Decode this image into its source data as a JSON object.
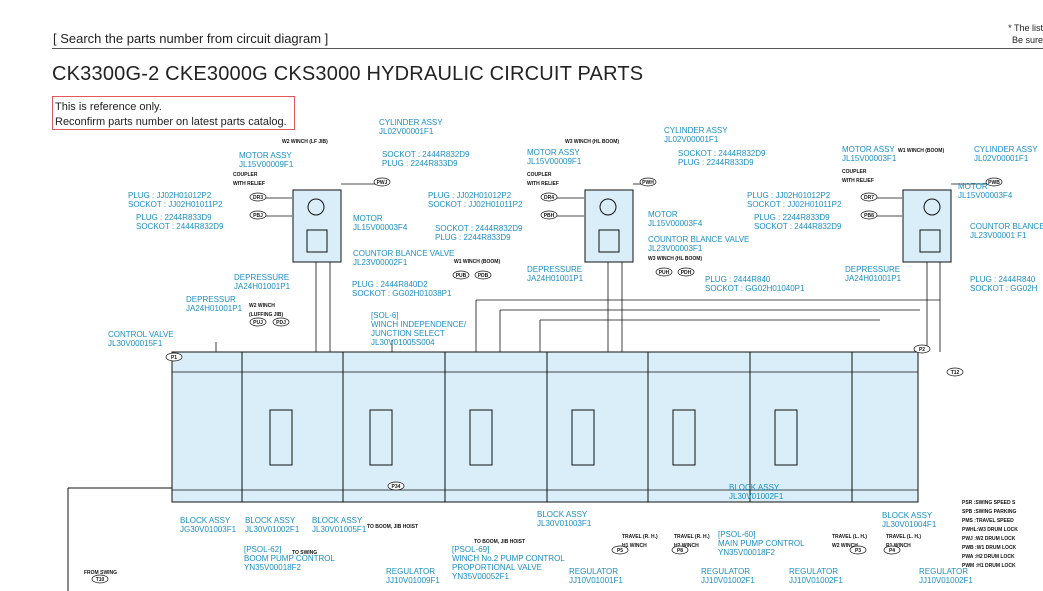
{
  "header": {
    "search_title": "[ Search the parts number from circuit diagram ]",
    "note_line1": "* The list",
    "note_line2": "Be sure"
  },
  "page_title": "CK3300G-2 CKE3000G CKS3000 HYDRAULIC CIRCUIT PARTS",
  "reference_notice": {
    "line1": "This is reference only.",
    "line2": "Reconfirm parts number on latest parts catalog."
  },
  "callouts": {
    "w2_cyl": [
      "CYLINDER ASSY",
      "JL02V00001F1"
    ],
    "w2_sockot": [
      "SOCKOT : 2444R832D9",
      "PLUG : 2244R833D9"
    ],
    "w2_motor_assy": [
      "MOTOR ASSY",
      "JL15V00009F1"
    ],
    "w2_plug1": [
      "PLUG : JJ02H01012P2",
      "SOCKOT : JJ02H01011P2"
    ],
    "w2_plug2": [
      "PLUG : 2244R833D9",
      "SOCKOT : 2444R832D9"
    ],
    "w2_motor": [
      "MOTOR",
      "JL15V00003F4"
    ],
    "w2_countor": [
      "COUNTOR BLANCE VALVE",
      "JL23V00002F1"
    ],
    "w2_depressure": [
      "DEPRESSURE",
      "JA24H01001P1"
    ],
    "w2_plug3": [
      "PLUG : 2444R840D2",
      "SOCKOT : GG02H01038P1"
    ],
    "depressur": [
      "DEPRESSUR",
      "JA24H01001P1"
    ],
    "control_valve": [
      "CONTROL VALVE",
      "JL30V00015F1"
    ],
    "sol6": [
      "[SOL-6]",
      "WINCH INDEPENDENCE/",
      "JUNCTION SELECT",
      "JL30V01005S004"
    ],
    "w3_cyl": [
      "CYLINDER ASSY",
      "JL02V00001F1"
    ],
    "w3_sockot": [
      "SOCKOT : 2444R832D9",
      "PLUG : 2244R833D9"
    ],
    "w3_motor_assy": [
      "MOTOR ASSY",
      "JL15V00009F1"
    ],
    "w3_plug1": [
      "PLUG : JJ02H01012P2",
      "SOCKOT : JJ02H01011P2"
    ],
    "w3_sockot2": [
      "SOCKOT : 2444R832D9",
      "PLUG : 2244R833D9"
    ],
    "w3_motor": [
      "MOTOR",
      "JL15V00003F4"
    ],
    "w3_countor": [
      "COUNTOR BLANCE VALVE",
      "JL23V00003F1"
    ],
    "w3_depressure": [
      "DEPRESSURE",
      "JA24H01001P1"
    ],
    "w3_plug3": [
      "PLUG : 2444R840",
      "SOCKOT : GG02H01040P1"
    ],
    "w1_motor_assy": [
      "MOTOR ASSY",
      "JL15V00003F1"
    ],
    "w1_cyl": [
      "CYLINDER ASSY",
      "JL02V00001F1"
    ],
    "w1_plug1": [
      "PLUG : JJ02H01012P2",
      "SOCKOT : JJ02H01011P2"
    ],
    "w1_plug2": [
      "PLUG : 2244R833D9",
      "SOCKOT : 2444R832D9"
    ],
    "w1_motor": [
      "MOTOR",
      "JL15V00003F4"
    ],
    "w1_countor": [
      "COUNTOR BLANCE",
      "JL23V00001 F1"
    ],
    "w1_depressure": [
      "DEPRESSURE",
      "JA24H01001P1"
    ],
    "w1_plug3": [
      "PLUG : 2444R840",
      "SOCKOT : GG02H"
    ],
    "block_g3": [
      "BLOCK ASSY",
      "JG30V01003F1"
    ],
    "block_j2a": [
      "BLOCK ASSY",
      "JL30V01002F1"
    ],
    "block_j5": [
      "BLOCK ASSY",
      "JL30V01005F1"
    ],
    "block_j3": [
      "BLOCK ASSY",
      "JL30V01003F1"
    ],
    "block_j2b": [
      "BLOCK ASSY",
      "JL30V01002F1"
    ],
    "block_j4": [
      "BLOCK ASSY",
      "JL30V01004F1"
    ],
    "psol62": [
      "[PSOL-62]",
      "BOOM PUMP CONTROL",
      "YN35V00018F2"
    ],
    "psol69": [
      "[PSOL-69]",
      "WINCH No.2 PUMP CONTROL",
      "PROPORTIONAL VALVE",
      "YN35V00052F1"
    ],
    "psol60": [
      "[PSOL-60]",
      "MAIN PUMP CONTROL",
      "YN35V00018F2"
    ],
    "reg1": [
      "REGULATOR",
      "JJ10V01009F1"
    ],
    "reg2": [
      "REGULATOR",
      "JJ10V01001F1"
    ],
    "reg3": [
      "REGULATOR",
      "JJ10V01002F1"
    ],
    "reg4": [
      "REGULATOR",
      "JJ10V01002F1"
    ],
    "reg5": [
      "REGULATOR",
      "JJ10V01002F1"
    ]
  },
  "schematic_text": {
    "w2": "W2 WINCH (LF JIB)",
    "w3": "W3 WINCH (HL BOOM)",
    "w1": "W1 WINCH (BOOM)",
    "coupler": [
      "COUPLER",
      "WITH RELIEF"
    ],
    "w2_luff": [
      "W2 WINCH",
      "(LUFFING JIB)"
    ],
    "w1_boom": "W1 WINCH (BOOM)",
    "w3_hl": "W3 WINCH (HL BOOM)",
    "to_boom_jib": "TO BOOM, JIB HOIST",
    "to_swing": "TO SWING",
    "from_swing": "FROM SWING",
    "travel_l": [
      "TRAVEL (R. H.)",
      "H1 WINCH"
    ],
    "travel_r": [
      "TRAVEL (R. H.)",
      "H2 WINCH"
    ],
    "travel_l2": [
      "TRAVEL (L. H.)",
      "W2 WINCH"
    ],
    "travel_r2": [
      "TRAVEL (L. H.)",
      "R1 WINCH"
    ],
    "ports": [
      "DR3",
      "PBJ",
      "PWJ",
      "DR4",
      "PBH",
      "PWH",
      "DR7",
      "PB8",
      "PWB",
      "PUB",
      "PDB",
      "PUH",
      "PDH",
      "PUJ",
      "PDJ",
      "P1",
      "P2",
      "T12",
      "T10",
      "P34",
      "P5",
      "P8",
      "P3",
      "P4"
    ],
    "legend": [
      "PSR :SWING SPEED S",
      "SPB :SWING PARKING",
      "PMS :TRAVEL SPEED",
      "PWHL:W3 DRUM LOCK",
      "PWJ :W2 DRUM LOCK",
      "PWB :W1 DRUM LOCK",
      "PWA :H2 DRUM LOCK",
      "PWM :H1 DRUM LOCK"
    ]
  },
  "colors": {
    "callout": "#1a8fc4",
    "block_fill": "#d9eef8",
    "notice_border": "#e05a5a"
  }
}
